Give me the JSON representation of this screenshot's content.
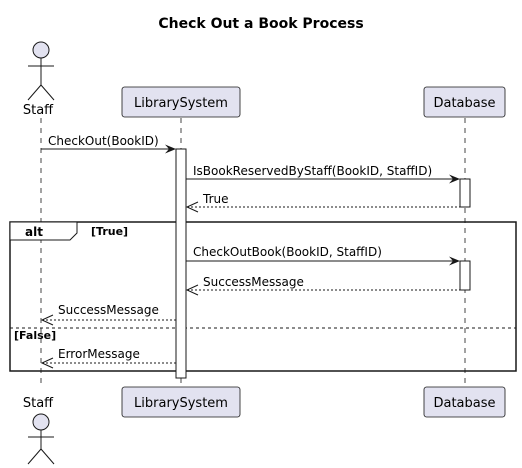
{
  "title": "Check Out a Book Process",
  "participants": {
    "staff": "Staff",
    "library_system": "LibrarySystem",
    "database": "Database"
  },
  "messages": [
    {
      "from": "staff",
      "to": "library_system",
      "label": "CheckOut(BookID)",
      "style": "solid"
    },
    {
      "from": "library_system",
      "to": "database",
      "label": "IsBookReservedByStaff(BookID, StaffID)",
      "style": "solid"
    },
    {
      "from": "database",
      "to": "library_system",
      "label": "True",
      "style": "dashed"
    },
    {
      "from": "library_system",
      "to": "database",
      "label": "CheckOutBook(BookID, StaffID)",
      "style": "solid"
    },
    {
      "from": "database",
      "to": "library_system",
      "label": "SuccessMessage",
      "style": "dashed"
    },
    {
      "from": "library_system",
      "to": "staff",
      "label": "SuccessMessage",
      "style": "dashed"
    },
    {
      "from": "library_system",
      "to": "staff",
      "label": "ErrorMessage",
      "style": "dashed"
    }
  ],
  "alt_fragment": {
    "keyword": "alt",
    "guard_true": "[True]",
    "guard_false": "[False]"
  },
  "colors": {
    "participant_fill": "#e2e2f0",
    "line": "#181818",
    "activation_fill": "#ffffff"
  }
}
